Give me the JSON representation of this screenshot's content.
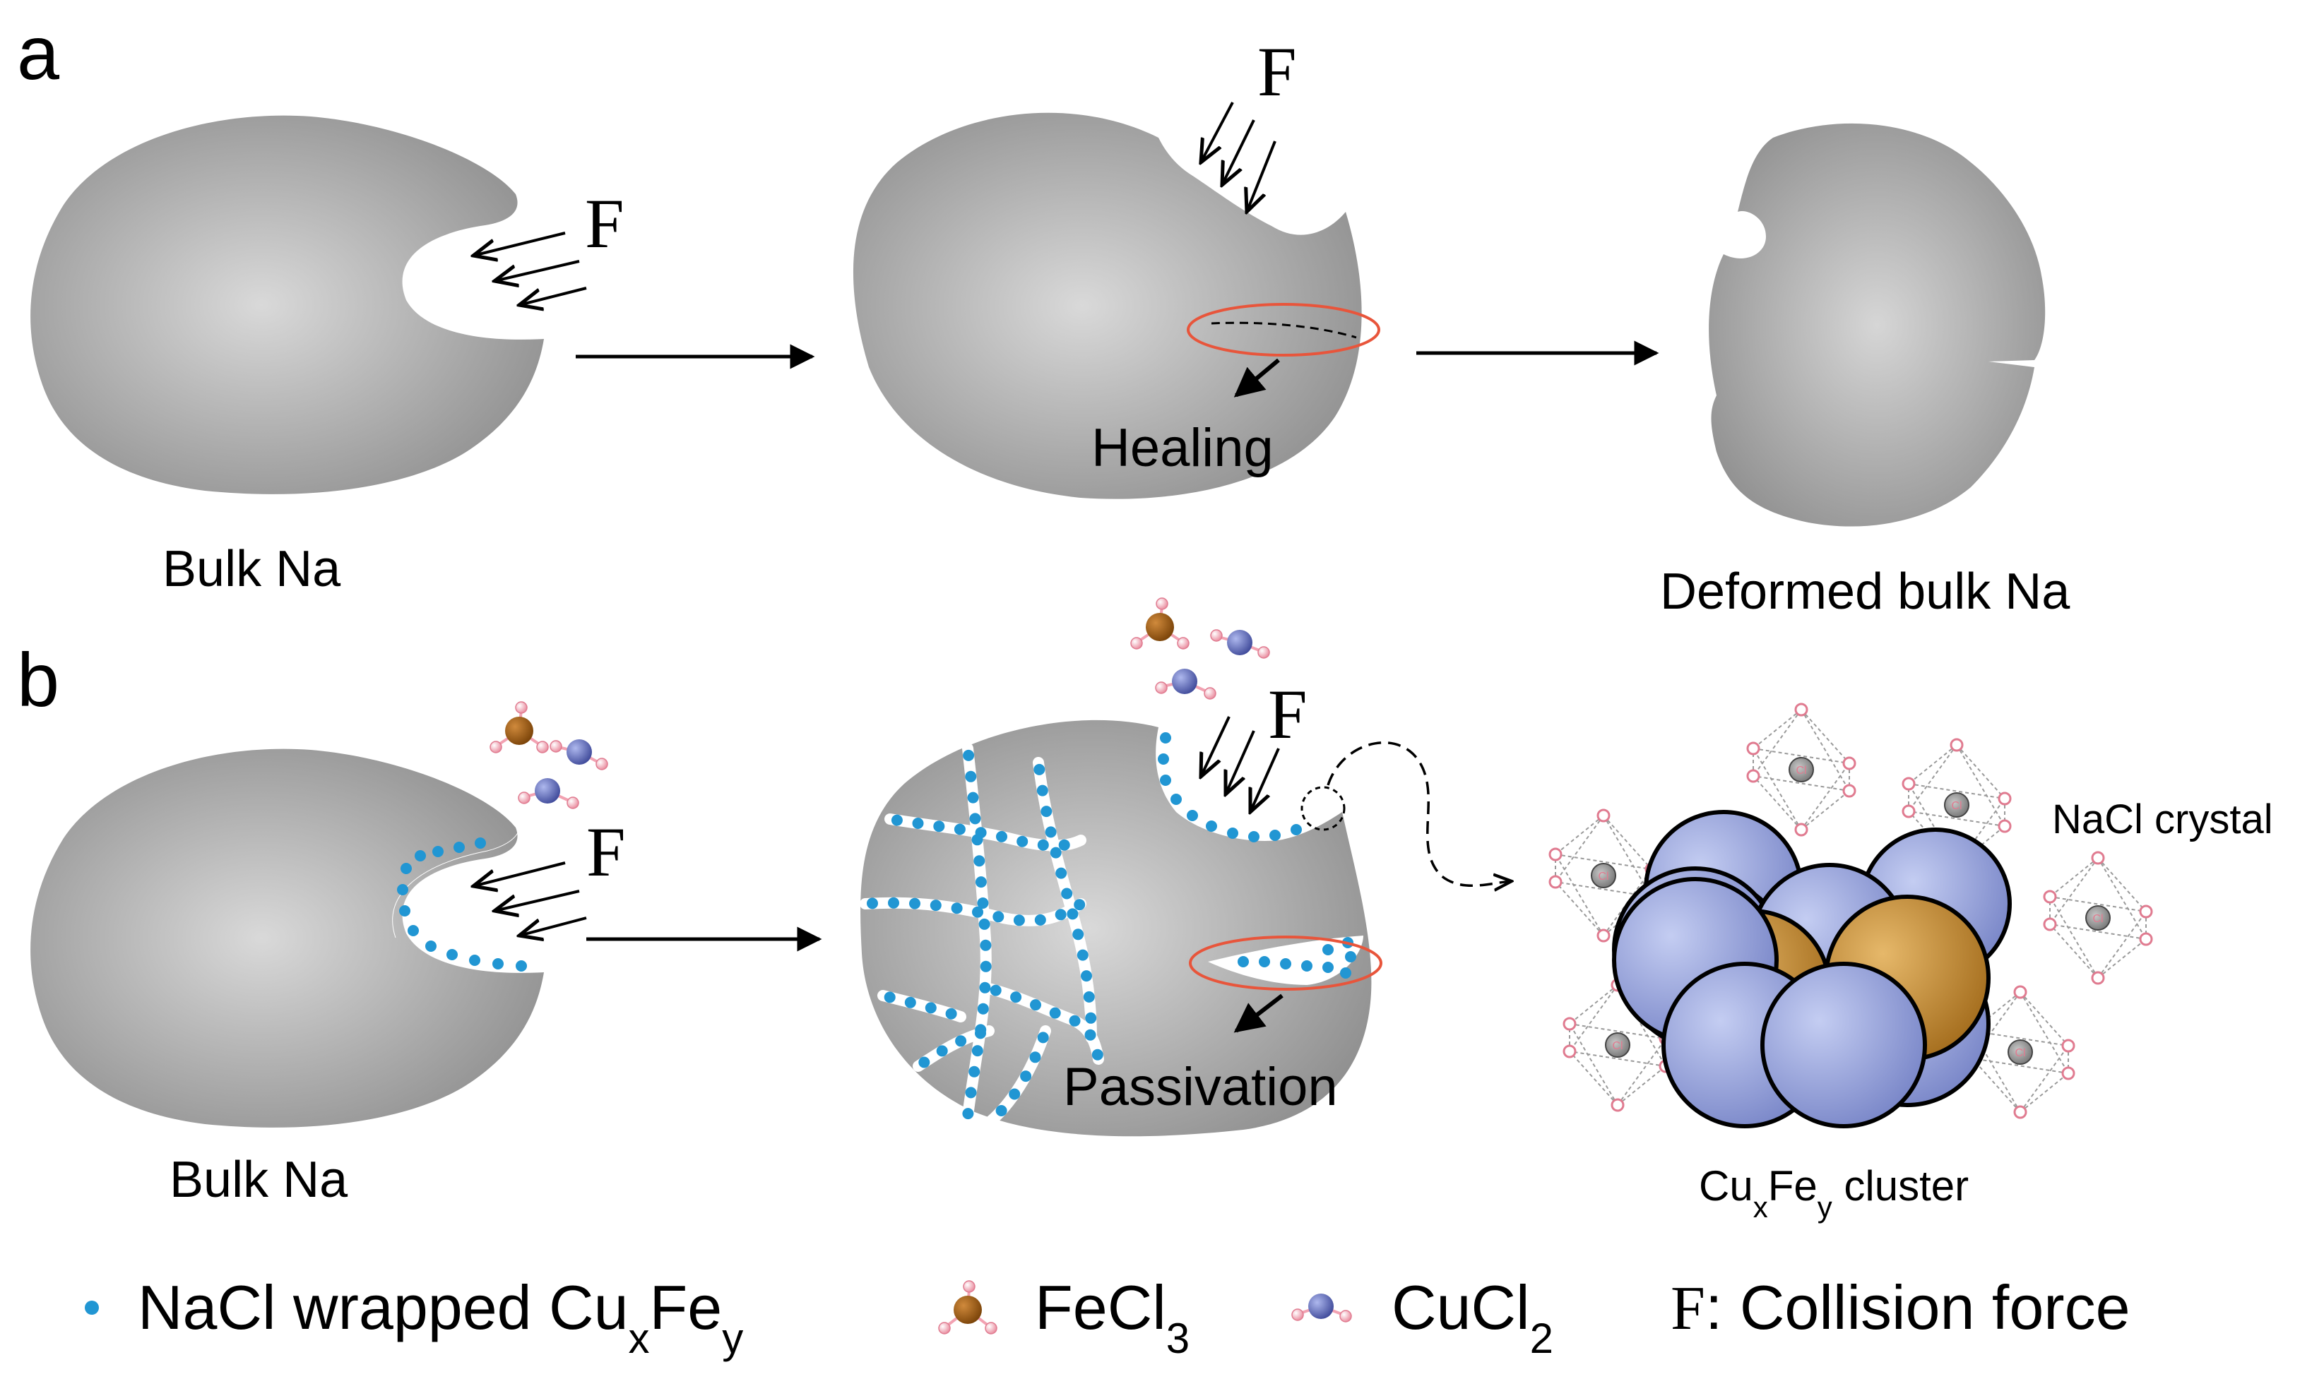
{
  "panels": {
    "a": {
      "letter": "a",
      "force": "F",
      "healing": "Healing",
      "bulk": "Bulk Na",
      "deformed": "Deformed bulk Na"
    },
    "b": {
      "letter": "b",
      "force": "F",
      "passivation": "Passivation",
      "bulk": "Bulk Na",
      "nacl_crystal": "NaCl crystal",
      "cluster": {
        "pre": "Cu",
        "sub1": "x",
        "mid": "Fe",
        "sub2": "y",
        "post": " cluster"
      },
      "octa_atom": "Cl"
    }
  },
  "legend": {
    "nacl": {
      "pre": "NaCl wrapped Cu",
      "sub1": "x",
      "mid": "Fe",
      "sub2": "y"
    },
    "fecl3": {
      "pre": "FeCl",
      "sub": "3"
    },
    "cucl2": {
      "pre": "CuCl",
      "sub": "2"
    },
    "force": {
      "symbol": "F",
      "text": ": Collision force"
    }
  },
  "colors": {
    "na_grey": "#8f8f8f",
    "na_center": "#d9d9d9",
    "dot_blue": "#2196d3",
    "ring_red": "#e8553b",
    "fe_brown": "#9a5a14",
    "cu_blue": "#7a86c8",
    "cl_pink": "#f2a2b2",
    "cluster_blue": "#9aa8dc",
    "cluster_gold": "#c8903a"
  }
}
